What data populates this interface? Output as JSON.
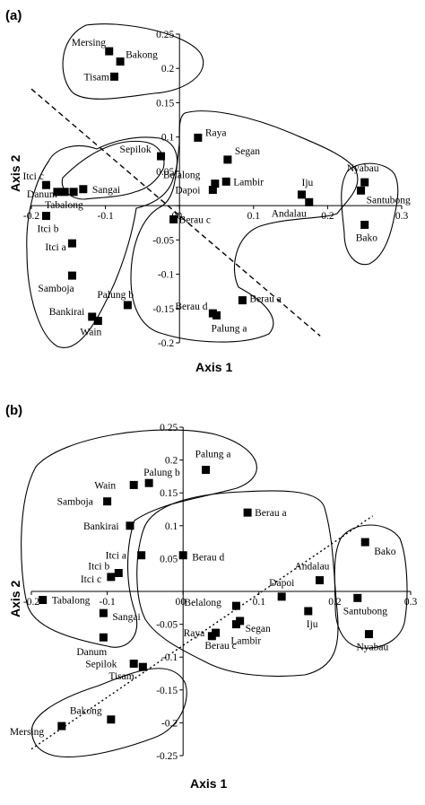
{
  "chart_data": [
    {
      "type": "scatter",
      "panel_label": "(a)",
      "xlabel": "Axis 1",
      "ylabel": "Axis 2",
      "xlim": [
        -0.2,
        0.3
      ],
      "ylim": [
        -0.2,
        0.25
      ],
      "x_ticks": [
        "-0.2",
        "-0.1",
        "0",
        "0.1",
        "0.2",
        "0.3"
      ],
      "y_ticks": [
        "0.25",
        "0.2",
        "0.15",
        "0.1",
        "0.05",
        "0",
        "-0.05",
        "-0.1",
        "-0.15",
        "-0.2"
      ],
      "grid": false,
      "reference_line": {
        "style": "dashed",
        "from": [
          -0.2,
          0.17
        ],
        "to": [
          0.19,
          -0.19
        ]
      },
      "points": [
        {
          "label": "Mersing",
          "x": -0.095,
          "y": 0.225
        },
        {
          "label": "Bakong",
          "x": -0.08,
          "y": 0.21
        },
        {
          "label": "Tisam",
          "x": -0.088,
          "y": 0.188
        },
        {
          "label": "Raya",
          "x": 0.025,
          "y": 0.099
        },
        {
          "label": "Segan",
          "x": 0.065,
          "y": 0.067
        },
        {
          "label": "Sepilok",
          "x": -0.025,
          "y": 0.072
        },
        {
          "label": "Belalong",
          "x": 0.048,
          "y": 0.032
        },
        {
          "label": "Lambir",
          "x": 0.063,
          "y": 0.035
        },
        {
          "label": "Dapoi",
          "x": 0.045,
          "y": 0.023
        },
        {
          "label": "Itci c",
          "x": -0.18,
          "y": 0.03
        },
        {
          "label": "Danum",
          "x": -0.165,
          "y": 0.02
        },
        {
          "label": "Danum",
          "x": -0.155,
          "y": 0.02
        },
        {
          "label": "Sangai",
          "x": -0.13,
          "y": 0.024
        },
        {
          "label": "Tabalong",
          "x": -0.143,
          "y": 0.02
        },
        {
          "label": "Iju",
          "x": 0.165,
          "y": 0.016
        },
        {
          "label": "Andalau",
          "x": 0.175,
          "y": 0.005
        },
        {
          "label": "Nyabau",
          "x": 0.25,
          "y": 0.034
        },
        {
          "label": "Santubong",
          "x": 0.245,
          "y": 0.022
        },
        {
          "label": "Itci b",
          "x": -0.18,
          "y": -0.015
        },
        {
          "label": "Berau c",
          "x": -0.008,
          "y": -0.02
        },
        {
          "label": "Bako",
          "x": 0.25,
          "y": -0.028
        },
        {
          "label": "Itci a",
          "x": -0.145,
          "y": -0.055
        },
        {
          "label": "Samboja",
          "x": -0.145,
          "y": -0.102
        },
        {
          "label": "Palung b",
          "x": -0.07,
          "y": -0.145
        },
        {
          "label": "Berau a",
          "x": 0.085,
          "y": -0.138
        },
        {
          "label": "Berau d",
          "x": 0.045,
          "y": -0.157
        },
        {
          "label": "Palung a",
          "x": 0.05,
          "y": -0.16
        },
        {
          "label": "Bankirai",
          "x": -0.118,
          "y": -0.162
        },
        {
          "label": "Wain",
          "x": -0.11,
          "y": -0.168
        }
      ]
    },
    {
      "type": "scatter",
      "panel_label": "(b)",
      "xlabel": "Axis 1",
      "ylabel": "Axis 2",
      "xlim": [
        -0.2,
        0.3
      ],
      "ylim": [
        -0.25,
        0.25
      ],
      "x_ticks": [
        "-0.2",
        "-0.1",
        "0",
        "0.1",
        "0.2",
        "0.3"
      ],
      "y_ticks": [
        "0.25",
        "0.2",
        "0.15",
        "0.1",
        "0.05",
        "0",
        "-0.05",
        "-0.1",
        "-0.15",
        "-0.2",
        "-0.25"
      ],
      "grid": false,
      "reference_line": {
        "style": "dotted",
        "from": [
          -0.2,
          -0.24
        ],
        "to": [
          0.25,
          0.115
        ]
      },
      "points": [
        {
          "label": "Palung a",
          "x": 0.03,
          "y": 0.185
        },
        {
          "label": "Wain",
          "x": -0.065,
          "y": 0.162
        },
        {
          "label": "Palung b",
          "x": -0.045,
          "y": 0.165
        },
        {
          "label": "Samboja",
          "x": -0.1,
          "y": 0.137
        },
        {
          "label": "Berau a",
          "x": 0.085,
          "y": 0.12
        },
        {
          "label": "Bankirai",
          "x": -0.07,
          "y": 0.1
        },
        {
          "label": "Bako",
          "x": 0.24,
          "y": 0.075
        },
        {
          "label": "Itci a",
          "x": -0.055,
          "y": 0.055
        },
        {
          "label": "Berau d",
          "x": 0.0,
          "y": 0.055
        },
        {
          "label": "Itci b",
          "x": -0.085,
          "y": 0.028
        },
        {
          "label": "Itci c",
          "x": -0.095,
          "y": 0.022
        },
        {
          "label": "Andalau",
          "x": 0.18,
          "y": 0.017
        },
        {
          "label": "Dapoi",
          "x": 0.13,
          "y": -0.008
        },
        {
          "label": "Santubong",
          "x": 0.23,
          "y": -0.01
        },
        {
          "label": "Tabalong",
          "x": -0.185,
          "y": -0.013
        },
        {
          "label": "Belalong",
          "x": 0.07,
          "y": -0.022
        },
        {
          "label": "Iju",
          "x": 0.165,
          "y": -0.03
        },
        {
          "label": "Sangai",
          "x": -0.105,
          "y": -0.033
        },
        {
          "label": "Segan",
          "x": 0.075,
          "y": -0.045
        },
        {
          "label": "Lambir",
          "x": 0.07,
          "y": -0.05
        },
        {
          "label": "Nyabau",
          "x": 0.245,
          "y": -0.065
        },
        {
          "label": "Raya",
          "x": 0.043,
          "y": -0.063
        },
        {
          "label": "Berau c",
          "x": 0.038,
          "y": -0.068
        },
        {
          "label": "Danum",
          "x": -0.105,
          "y": -0.07
        },
        {
          "label": "Sepilok",
          "x": -0.065,
          "y": -0.11
        },
        {
          "label": "Tisam",
          "x": -0.053,
          "y": -0.115
        },
        {
          "label": "Bakong",
          "x": -0.095,
          "y": -0.195
        },
        {
          "label": "Mersing",
          "x": -0.16,
          "y": -0.205
        }
      ]
    }
  ]
}
